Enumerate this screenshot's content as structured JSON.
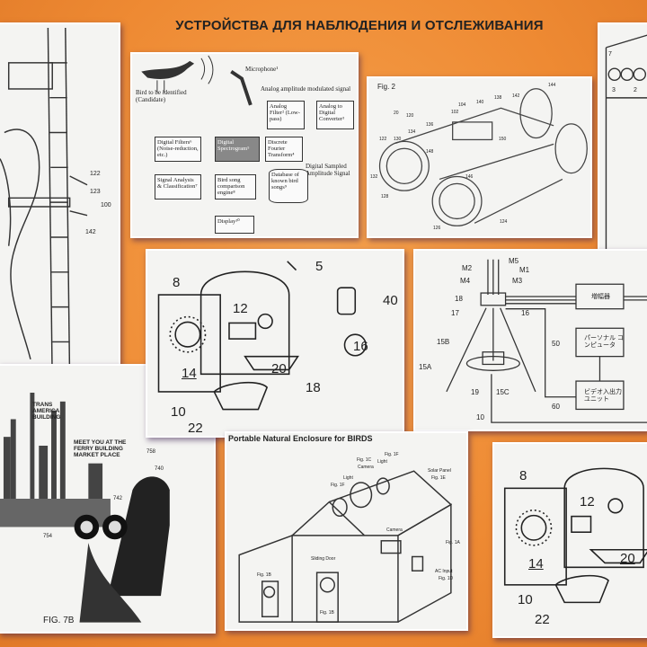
{
  "title": "УСТРОЙСТВА ДЛЯ НАБЛЮДЕНИЯ И ОТСЛЕЖИВАНИЯ",
  "ladder": {
    "labels": [
      "122",
      "123",
      "100",
      "142"
    ]
  },
  "birdsong": {
    "bird": "Bird to be identified (Candidate)",
    "microphone": "Microphone¹",
    "analog_signal": "Analog amplitude modulated signal",
    "analog_filter": "Analog Filter² (Low-pass)",
    "adc": "Analog to Digital Converter³",
    "spectrogram": "Digital Spectrogram⁵",
    "dft": "Discrete Fourier Transform⁴",
    "sampled": "Digital Sampled Amplitude Signal",
    "digital_filters": "Digital Filters⁶ (Noise-reduction, etc.)",
    "analysis": "Signal Analysis & Classification⁷",
    "engine": "Bird song comparison engine⁸",
    "database": "Database of known bird songs⁹",
    "display": "Display¹⁰"
  },
  "binoculars": {
    "fig": "Fig. 2",
    "labels": [
      "144",
      "140",
      "138",
      "142",
      "104",
      "102",
      "20",
      "120",
      "136",
      "134",
      "122",
      "130",
      "148",
      "150",
      "146",
      "132",
      "128",
      "126",
      "124"
    ]
  },
  "birdbox": {
    "labels": [
      "5",
      "8",
      "12",
      "40",
      "16",
      "14",
      "20",
      "18",
      "10",
      "22"
    ]
  },
  "tripod": {
    "labels": [
      "M5",
      "M2",
      "M1",
      "M4",
      "M3",
      "18",
      "17",
      "16",
      "15B",
      "15A",
      "19",
      "15C",
      "10",
      "50",
      "60"
    ],
    "amplifier": "増幅器",
    "pc": "パーソナル コンピュータ",
    "video": "ビデオ入出力 ユニット"
  },
  "fig7b": {
    "trans": "TRANS AMERICA BUILDING",
    "meet": "MEET YOU AT THE FERRY BUILDING MARKET PLACE",
    "labels": [
      "758",
      "740",
      "742",
      "754"
    ],
    "caption": "FIG. 7B"
  },
  "enclosure": {
    "title": "Portable Natural Enclosure for BIRDS",
    "labels": {
      "fig1c": "Fig. 1C",
      "camera": "Camera",
      "light1": "Light",
      "fig1f_a": "Fig. 1F",
      "light2": "Light",
      "fig1f_b": "Fig. 1F",
      "solar": "Solar Panel",
      "fig1e": "Fig. 1E",
      "camera2": "Camera",
      "fig1a": "Fig. 1A",
      "sliding": "Sliding Door",
      "fig1b_a": "Fig. 1B",
      "fig1b_b": "Fig. 1B",
      "ac": "AC Input",
      "fig1d": "Fig. 1D"
    }
  },
  "birdbox2": {
    "labels": [
      "8",
      "12",
      "14",
      "20",
      "10",
      "22"
    ]
  },
  "topright": {
    "labels": [
      "7",
      "3",
      "2"
    ]
  }
}
